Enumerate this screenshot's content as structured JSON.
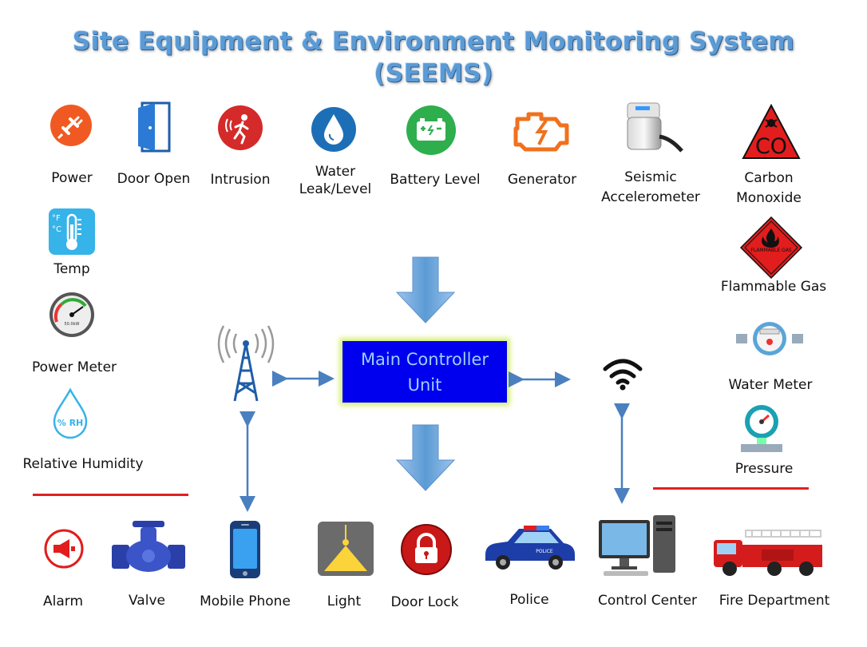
{
  "title": {
    "line1": "Site Equipment & Environment Monitoring System",
    "line2": "(SEEMS)"
  },
  "controller": {
    "label": "Main Controller Unit"
  },
  "sensors": {
    "power": "Power",
    "door_open": "Door Open",
    "intrusion": "Intrusion",
    "water_leak": "Water Leak/Level",
    "battery": "Battery Level",
    "generator": "Generator",
    "seismic": "Seismic Accelerometer",
    "carbon_monoxide": "Carbon Monoxide",
    "temp": "Temp",
    "flammable_gas": "Flammable Gas",
    "power_meter": "Power Meter",
    "water_meter": "Water Meter",
    "humidity": "Relative Humidity",
    "pressure": "Pressure"
  },
  "outputs": {
    "alarm": "Alarm",
    "valve": "Valve",
    "mobile_phone": "Mobile Phone",
    "light": "Light",
    "door_lock": "Door Lock",
    "police": "Police",
    "control_center": "Control Center",
    "fire_department": "Fire Department"
  },
  "icon_text": {
    "co": "CO",
    "flammable": "FLAMMABLE GAS",
    "temp_f": "°F",
    "temp_c": "°C",
    "rh": "% RH",
    "police_badge": "POLICE",
    "meter_reading": "50.0kW"
  },
  "colors": {
    "title": "#5b9bd5",
    "controller_bg": "#0000ee",
    "controller_glow": "#d6f07a",
    "separator": "#e02020",
    "arrow": "#5b9bd5"
  }
}
